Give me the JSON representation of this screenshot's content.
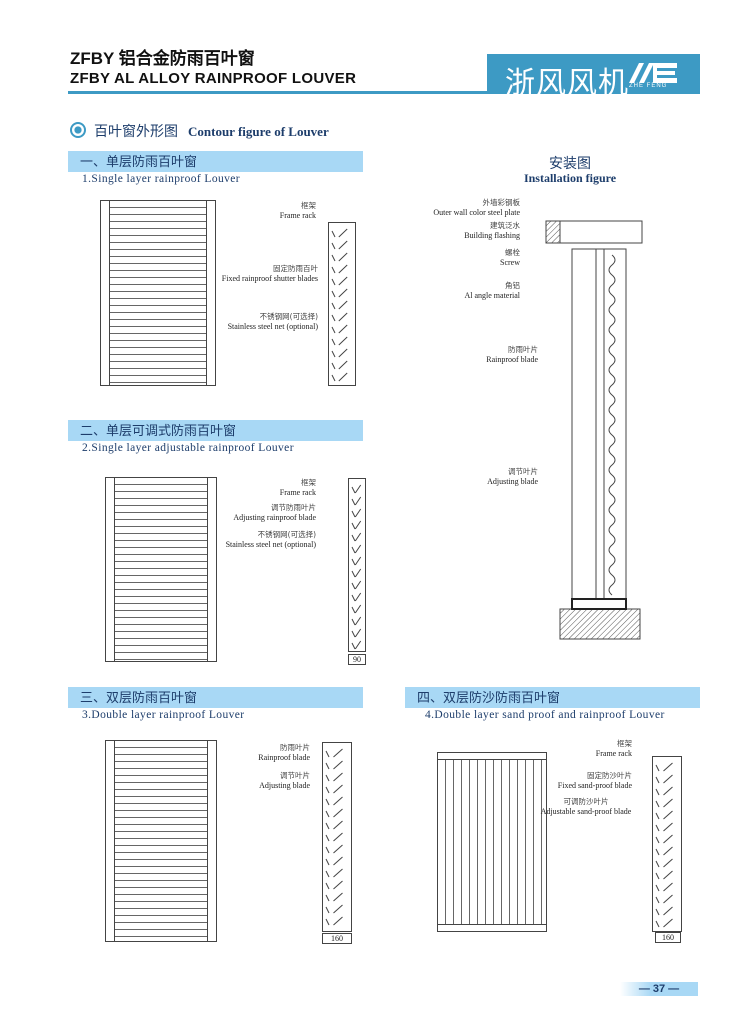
{
  "header": {
    "title_cn": "ZFBY 铝合金防雨百叶窗",
    "title_en": "ZFBY AL ALLOY RAINPROOF LOUVER",
    "logo_cn": "浙风风机",
    "logo_en": "ZHE FENG"
  },
  "section": {
    "title_cn": "百叶窗外形图",
    "title_en": "Contour figure of Louver"
  },
  "panels": [
    {
      "band": "一、单层防雨百叶窗",
      "subtitle": "1.Single layer rainproof Louver",
      "labels": [
        {
          "cn": "框架",
          "en": "Frame rack"
        },
        {
          "cn": "固定防雨百叶",
          "en": "Fixed rainproof shutter blades"
        },
        {
          "cn": "不锈钢网(可选择)",
          "en": "Stainless steel net (optional)"
        }
      ]
    },
    {
      "band": "二、单层可调式防雨百叶窗",
      "subtitle": "2.Single layer adjustable rainproof Louver",
      "labels": [
        {
          "cn": "框架",
          "en": "Frame rack"
        },
        {
          "cn": "调节防雨叶片",
          "en": "Adjusting rainproof blade"
        },
        {
          "cn": "不锈钢网(可选择)",
          "en": "Stainless steel net (optional)"
        }
      ],
      "dimension": "90"
    },
    {
      "band": "三、双层防雨百叶窗",
      "subtitle": "3.Double layer rainproof Louver",
      "labels": [
        {
          "cn": "防雨叶片",
          "en": "Rainproof blade"
        },
        {
          "cn": "调节叶片",
          "en": "Adjusting blade"
        }
      ],
      "dimension": "160"
    },
    {
      "band": "四、双层防沙防雨百叶窗",
      "subtitle": "4.Double layer sand proof and rainproof Louver",
      "labels": [
        {
          "cn": "框架",
          "en": "Frame rack"
        },
        {
          "cn": "固定防沙叶片",
          "en": "Fixed sand-proof blade"
        },
        {
          "cn": "可调防沙叶片",
          "en": "Adjustable sand-proof blade"
        }
      ],
      "dimension": "160"
    }
  ],
  "installation": {
    "title_cn": "安装图",
    "title_en": "Installation figure",
    "labels": [
      {
        "cn": "外墙彩钢板",
        "en": "Outer wall color steel plate"
      },
      {
        "cn": "建筑泛水",
        "en": "Building flashing"
      },
      {
        "cn": "螺栓",
        "en": "Screw"
      },
      {
        "cn": "角铝",
        "en": "Al angle material"
      },
      {
        "cn": "防雨叶片",
        "en": "Rainproof blade"
      },
      {
        "cn": "调节叶片",
        "en": "Adjusting blade"
      }
    ]
  },
  "footer": {
    "page": "— 37 —"
  },
  "colors": {
    "accent": "#3d9ac4",
    "band": "#a8d8f5",
    "text": "#1d3d6b"
  }
}
